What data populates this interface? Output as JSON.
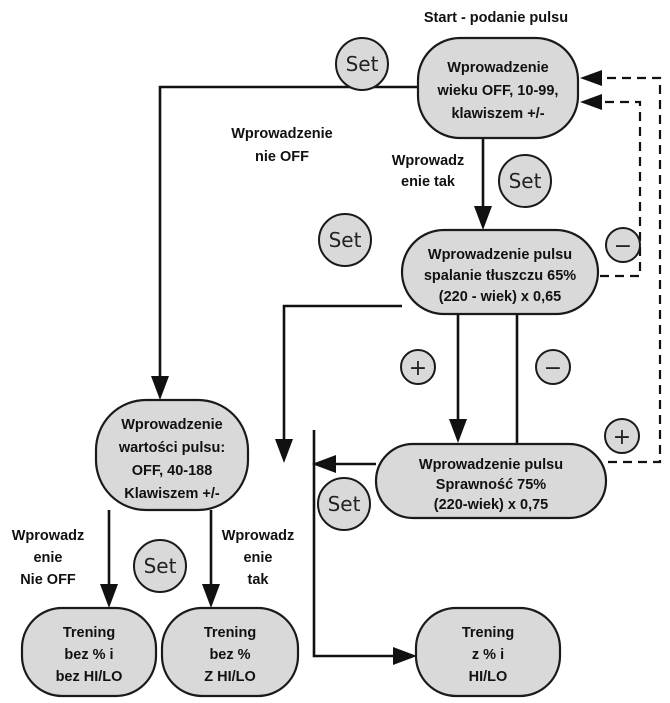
{
  "start_label": "Start - podanie pulsu",
  "nodes": {
    "age_input": [
      "Wprowadzenie",
      "wieku OFF, 10-99,",
      "klawiszem +/-"
    ],
    "pulse_value_input": [
      "Wprowadzenie",
      "wartości pulsu:",
      "OFF, 40-188",
      "Klawiszem +/-"
    ],
    "fat_burn_pulse": [
      "Wprowadzenie pulsu",
      "spalanie tłuszczu 65%",
      "(220 - wiek) x 0,65"
    ],
    "fitness_pulse": [
      "Wprowadzenie pulsu",
      "Sprawność 75%",
      "(220-wiek) x 0,75"
    ],
    "training_no_hilo": [
      "Trening",
      "bez % i",
      "bez HI/LO"
    ],
    "training_hilo": [
      "Trening",
      "bez %",
      "Z HI/LO"
    ],
    "training_pct_hilo": [
      "Trening",
      "z % i",
      "HI/LO"
    ]
  },
  "edge_labels": {
    "not_off": [
      "Wprowadzenie",
      "nie OFF"
    ],
    "yes_top": [
      "Wprowadz",
      "enie tak"
    ],
    "not_off_bottom": [
      "Wprowadz",
      "enie",
      "Nie OFF"
    ],
    "yes_bottom": [
      "Wprowadz",
      "enie",
      "tak"
    ]
  },
  "buttons": {
    "set": "Set",
    "plus": "+",
    "minus": "−"
  }
}
